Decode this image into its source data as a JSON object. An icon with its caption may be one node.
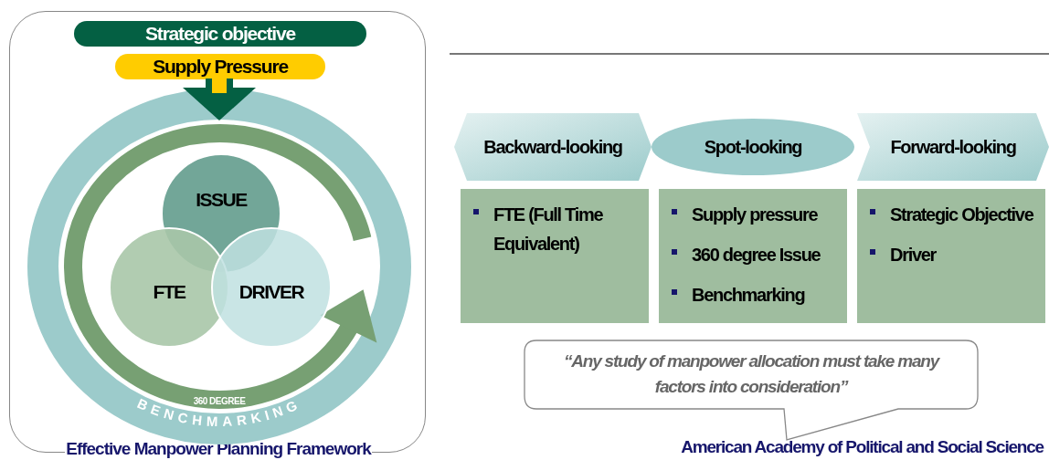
{
  "diagram": {
    "nodes": [
      {
        "text": [
          "Effective Manpower Planning Framework"
        ]
      },
      {
        "text": [
          "Strategic objective"
        ],
        "in": 0
      },
      {
        "text": [
          "Supply Pressure"
        ],
        "in": 0
      },
      {
        "text": [
          "BENCHMARKING"
        ],
        "in": 0
      },
      {
        "text": [
          "360 DEGREE"
        ],
        "in": 3
      },
      {
        "text": [
          "ISSUE"
        ],
        "in": 4
      },
      {
        "text": [
          "FTE"
        ],
        "in": 4
      },
      {
        "text": [
          "DRIVER"
        ],
        "in": 4
      },
      {
        "text": [
          "Backward-looking"
        ]
      },
      {
        "text": [
          "Spot-looking"
        ]
      },
      {
        "text": [
          "Forward-looking"
        ]
      },
      {
        "text": [
          "FTE (Full Time Equivalent)"
        ]
      },
      {
        "text": [
          "Supply pressure",
          "360 degree Issue",
          "Benchmarking"
        ]
      },
      {
        "text": [
          "Strategic Objective",
          "Driver"
        ]
      },
      {
        "text": [
          "“Any study of manpower allocation must take many factors into consideration”"
        ],
        "beside": [
          "American Academy of Political and Social Science"
        ]
      }
    ],
    "edges": [
      {
        "from": 2,
        "to": 3,
        "arrow": "to"
      }
    ]
  }
}
